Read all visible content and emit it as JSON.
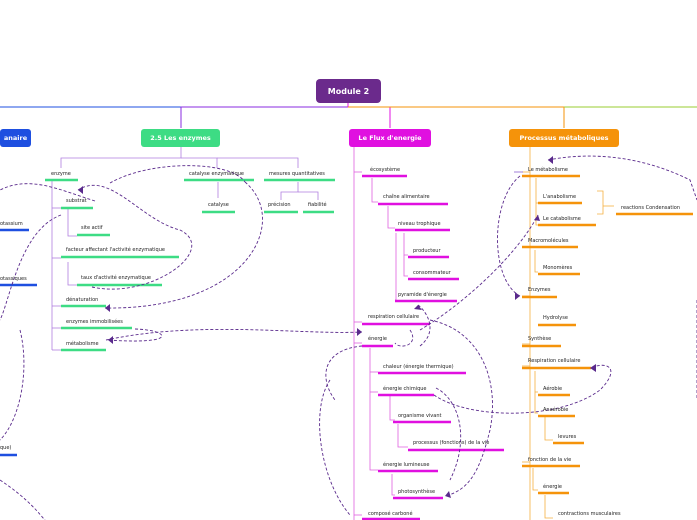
{
  "root": {
    "label": "Module 2"
  },
  "branches": {
    "left": {
      "label": "anaire",
      "color": "#1e4fe0"
    },
    "enzymes": {
      "label": "2.5 Les enzymes",
      "color": "#3ddc84"
    },
    "flux": {
      "label": "Le Flux d'energie",
      "color": "#e010e0"
    },
    "metab": {
      "label": "Processus métaboliques",
      "color": "#f5930a"
    }
  },
  "left_nodes": [
    "otassium",
    "otassiques",
    "que)"
  ],
  "enzymes_nodes": {
    "enzyme": "enzyme",
    "substrat": "substrat",
    "site_actif": "site actif",
    "facteur": "facteur affectant l'activité enzymatique",
    "taux": "taux d'activité enzymatique",
    "denaturation": "dénaturation",
    "immobilisees": "enzymes immobilisées",
    "metabolisme": "métabolisme",
    "catalyse_enz": "catalyse enzymatique",
    "catalyse": "catalyse",
    "mesures": "mesures quantitatives",
    "precision": "précision",
    "fiabilite": "fiabilité"
  },
  "flux_nodes": {
    "ecosysteme": "écosystème",
    "chaine": "chaîne alimentaire",
    "niveau": "niveau trophique",
    "producteur": "producteur",
    "consommateur": "consommateur",
    "pyramide": "pyramide d'énergie",
    "respiration": "respiration cellulaire",
    "energie": "énergie",
    "chaleur": "chaleur (énergie thermique)",
    "chimique": "énergie chimique",
    "organisme": "organisme vivant",
    "processus": "processus (fonctions) de la vie",
    "lumineuse": "énergie lumineuse",
    "photosynthese": "photosynthèse",
    "compose": "composé carboné"
  },
  "metab_nodes": {
    "metabolisme": "Le métabolisme",
    "anabolisme": "L'anabolisme",
    "catabolisme": "Le catabolisme",
    "reactions": "reactions Condensation",
    "macromolecules": "Macromolécules",
    "monomeres": "Monomères",
    "enzymes": "Enzymes",
    "hydrolyse": "Hydrolyse",
    "synthese": "Synthèse",
    "respiration": "Respiration cellulaire",
    "aerobie": "Aérobie",
    "anaerobie": "Anaérobie",
    "levures": "levures",
    "fonction": "fonction de la vie",
    "energie": "énergie",
    "contractions": "contractions musculaires"
  }
}
